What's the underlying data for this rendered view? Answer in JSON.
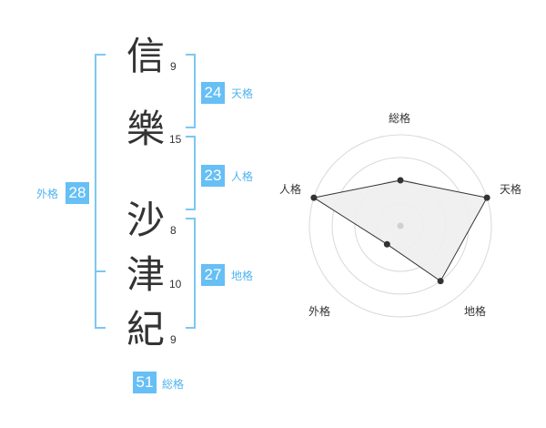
{
  "name": {
    "characters": [
      {
        "char": "信",
        "strokes": "9"
      },
      {
        "char": "樂",
        "strokes": "15"
      },
      {
        "char": "沙",
        "strokes": "8"
      },
      {
        "char": "津",
        "strokes": "10"
      },
      {
        "char": "紀",
        "strokes": "9"
      }
    ]
  },
  "fortune": {
    "tenkaku": {
      "value": "24",
      "label": "天格"
    },
    "jinkaku": {
      "value": "23",
      "label": "人格"
    },
    "chikaku": {
      "value": "27",
      "label": "地格"
    },
    "gaikaku": {
      "value": "28",
      "label": "外格"
    },
    "soukaku": {
      "value": "51",
      "label": "総格"
    }
  },
  "colors": {
    "accent": "#66bff5",
    "bracket": "#7cc7f2",
    "label": "#4fb3ee",
    "text": "#333333",
    "radar_fill": "#eeeeee",
    "radar_ring": "#d9d9d9"
  },
  "chart_data": {
    "type": "radar",
    "axes": [
      "総格",
      "天格",
      "地格",
      "外格",
      "人格"
    ],
    "values": [
      2,
      4,
      3,
      1,
      4
    ],
    "max": 4,
    "rings": 4
  }
}
